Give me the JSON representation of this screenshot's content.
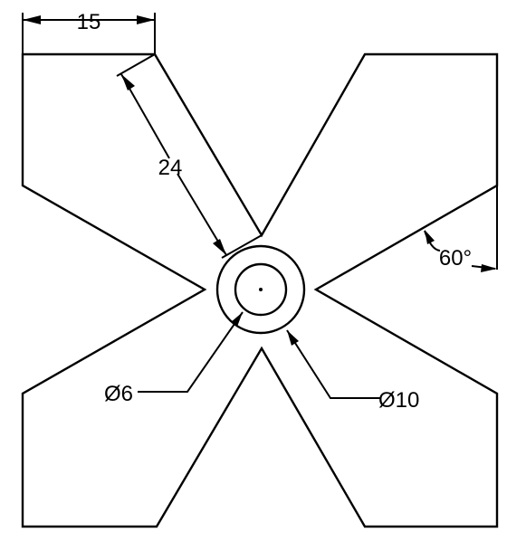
{
  "dimensions": {
    "width_label": "15",
    "length_label": "24",
    "angle_label": "60°",
    "inner_diameter_label": "Ø6",
    "outer_diameter_label": "Ø10"
  },
  "colors": {
    "line": "#000000",
    "background": "#ffffff"
  }
}
